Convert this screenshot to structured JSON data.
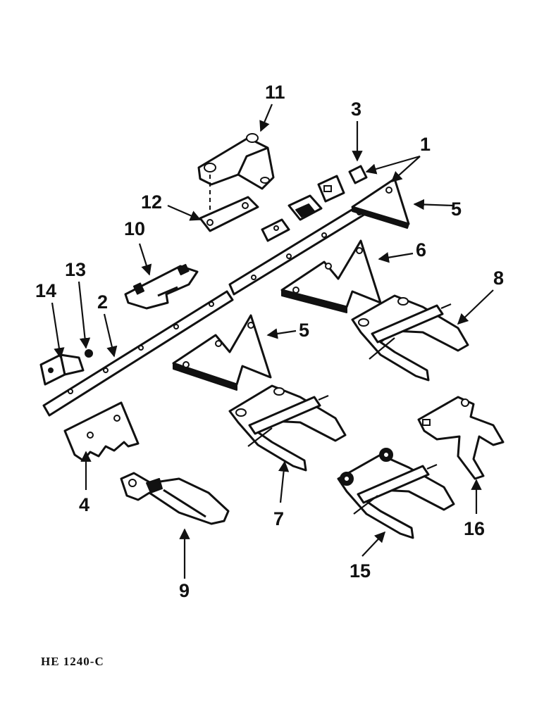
{
  "figure_code": "HE 1240-C",
  "callouts": [
    "1",
    "2",
    "3",
    "4",
    "5",
    "5",
    "6",
    "7",
    "8",
    "9",
    "10",
    "11",
    "12",
    "13",
    "14",
    "15",
    "16"
  ]
}
